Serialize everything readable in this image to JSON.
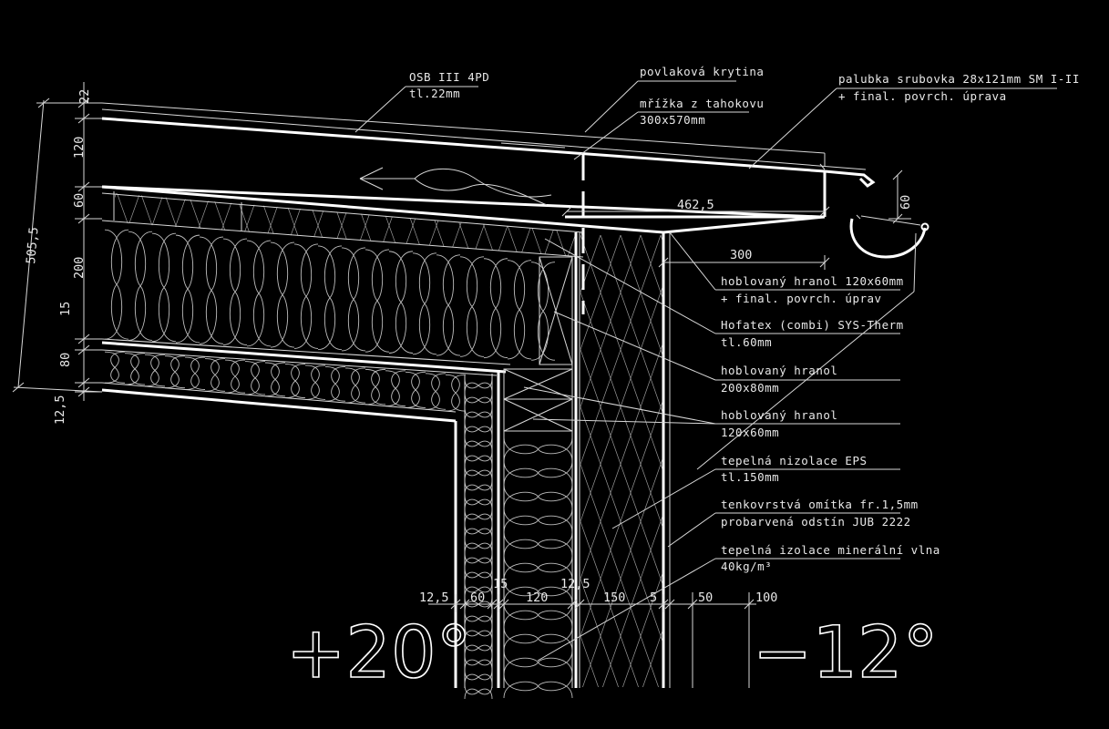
{
  "labels": {
    "osb": [
      "OSB III 4PD",
      "tl.22mm"
    ],
    "povlakova": [
      "povlaková krytina"
    ],
    "mrizka": [
      "mřížka z tahokovu",
      "300x570mm"
    ],
    "palubka": [
      "palubka srubovka 28x121mm SM I-II",
      "+ final. povrch. úprava"
    ],
    "hranol_small": [
      "hoblovaný hranol 120x60mm",
      "+ final. povrch. úprav"
    ],
    "hofatex": [
      "Hofatex (combi) SYS-Therm",
      "tl.60mm"
    ],
    "hranol_200": [
      "hoblovaný hranol",
      "200x80mm"
    ],
    "hranol_120": [
      "hoblovaný hranol",
      "120x60mm"
    ],
    "eps": [
      "tepelná nizolace EPS",
      "tl.150mm"
    ],
    "omitka": [
      "tenkovrstvá omítka fr.1,5mm",
      "probarvená odstín JUB 2222"
    ],
    "mineral": [
      "tepelná izolace minerální vlna",
      "40kg/m³"
    ]
  },
  "dims_vertical": [
    "22",
    "120",
    "60",
    "200",
    "15",
    "80",
    "12,5",
    "505,5"
  ],
  "dims_horizontal": [
    "12,5",
    "60",
    "15",
    "120",
    "12,5",
    "150",
    "5",
    "50",
    "100"
  ],
  "dims_other": {
    "d462": "462,5",
    "d300": "300",
    "d60": "60"
  },
  "temperatures": {
    "inside": "+20°",
    "outside": "−12°"
  }
}
